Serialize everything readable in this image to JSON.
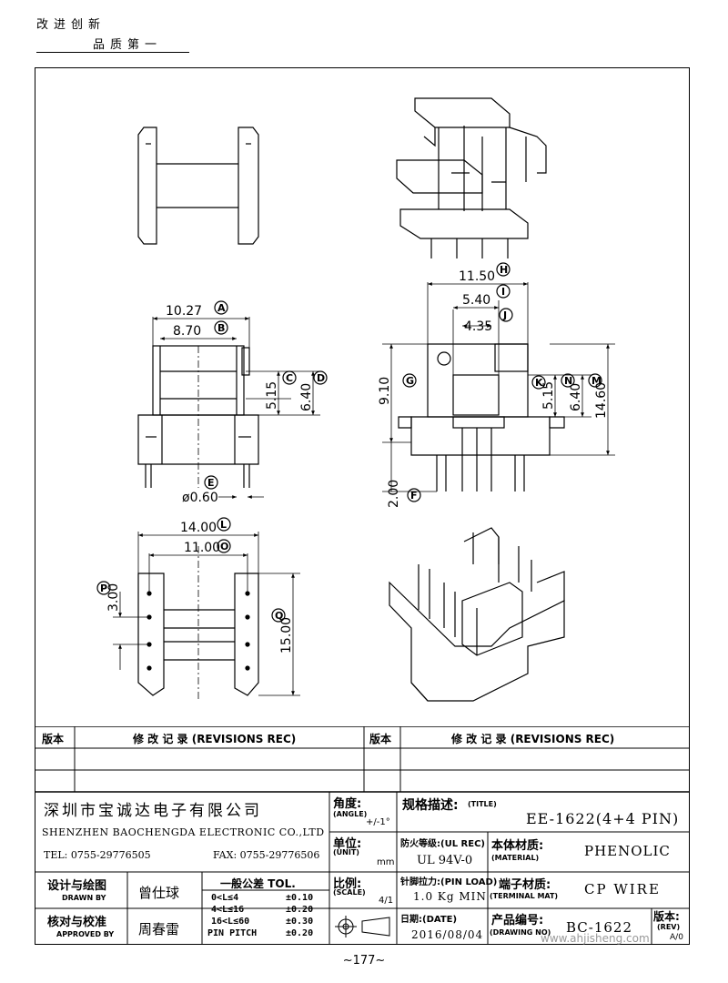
{
  "slogan": {
    "line1": "改进创新",
    "line2": "品质第一"
  },
  "dims": {
    "A": "10.27",
    "B": "8.70",
    "C": "5.15",
    "D": "6.40",
    "E": "ø0.60",
    "H": "11.50",
    "I": "5.40",
    "J": "4.35",
    "G": "9.10",
    "K": "5.15",
    "N": "6.40",
    "M": "14.60",
    "F": "2.00",
    "L": "14.00",
    "O": "11.00",
    "P": "3.00",
    "Q": "15.00"
  },
  "letters": [
    "A",
    "B",
    "C",
    "D",
    "E",
    "F",
    "G",
    "H",
    "I",
    "J",
    "K",
    "L",
    "M",
    "N",
    "O",
    "P",
    "Q"
  ],
  "revisions": {
    "header_left": "版本",
    "title_left": "修 改 记 录  (REVISIONS REC)",
    "header_right": "版本",
    "title_right": "修 改 记 录  (REVISIONS REC)"
  },
  "company": {
    "name_cn": "深圳市宝诚达电子有限公司",
    "name_en": "SHENZHEN BAOCHENGDA ELECTRONIC CO.,LTD",
    "tel": "TEL: 0755-29776505",
    "fax": "FAX: 0755-29776506"
  },
  "angle": {
    "label_cn": "角度:",
    "label_en": "(ANGLE)",
    "value": "+/-1°"
  },
  "unit": {
    "label_cn": "单位:",
    "label_en": "(UNIT)",
    "value": "mm"
  },
  "scale": {
    "label_cn": "比例:",
    "label_en": "(SCALE)",
    "value": "4/1"
  },
  "title": {
    "label_cn": "规格描述:",
    "label_en": "(TITLE)",
    "value": "EE-1622(4+4 PIN)"
  },
  "flame": {
    "label": "防火等级:(UL REC)",
    "value": "UL 94V-0"
  },
  "material": {
    "label_cn": "本体材质:",
    "label_en": "(MATERIAL)",
    "value": "PHENOLIC"
  },
  "pin_load": {
    "label": "针脚拉力:(PIN LOAD)",
    "value": "1.0 Kg MIN"
  },
  "terminal": {
    "label_cn": "端子材质:",
    "label_en": "(TERMINAL MAT)",
    "value": "CP WIRE"
  },
  "date": {
    "label": "日期:(DATE)",
    "value": "2016/08/04"
  },
  "drawing_no": {
    "label_cn": "产品编号:",
    "label_en": "(DRAWING NO)",
    "value": "BC-1622"
  },
  "rev": {
    "label_cn": "版本:",
    "label_en": "(REV)",
    "value": "A/0"
  },
  "designer": {
    "label_cn": "设计与绘图",
    "label_en": "DRAWN BY",
    "name": "曾仕球"
  },
  "approver": {
    "label_cn": "核对与校准",
    "label_en": "APPROVED BY",
    "name": "周春雷"
  },
  "tolerance": {
    "title": "一般公差 TOL.",
    "rows": [
      {
        "range": "0<L≤4",
        "value": "±0.10"
      },
      {
        "range": "4<L≤16",
        "value": "±0.20"
      },
      {
        "range": "16<L≤60",
        "value": "±0.30"
      },
      {
        "range": "PIN PITCH",
        "value": "±0.20"
      }
    ]
  },
  "watermark": "www.ahjisheng.com",
  "page_number": "~177~"
}
